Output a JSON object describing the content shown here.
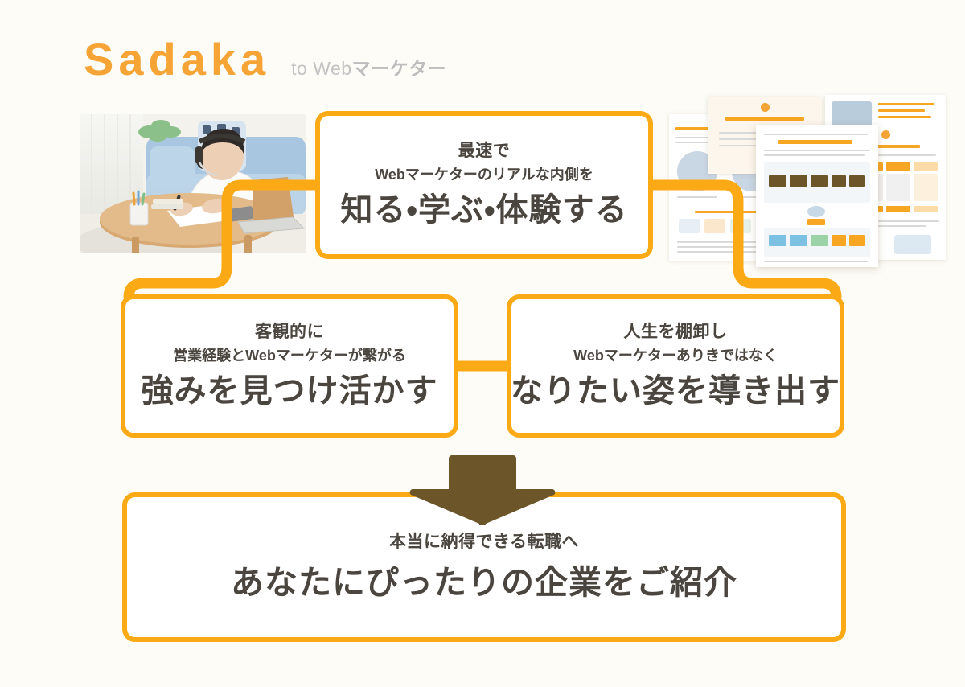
{
  "header": {
    "logo_main": "Sadaka",
    "logo_sub_light": "to Web",
    "logo_sub_strong": "マーケター"
  },
  "colors": {
    "background": "#fdfcf7",
    "accent_orange": "#fbaa16",
    "logo_orange": "#f5a435",
    "arrow_brown": "#6b5529",
    "text_dark": "#4a453f",
    "subtitle_gray": "#c3c3c3",
    "box_fill": "#ffffff"
  },
  "media": {
    "photo_alt": "ヘッドホンをつけてノートに書き込みながら自宅のリビングで学習する人",
    "documents_alt": "Webマーケター向け資料・スライドのサムネイル4枚"
  },
  "boxes": {
    "top": {
      "line_1": "最速で",
      "line_2": "Webマーケターのリアルな内側を",
      "line_3": "知る・学ぶ・体験する"
    },
    "left": {
      "line_1": "客観的に",
      "line_2": "営業経験とWebマーケターが繋がる",
      "line_3": "強みを見つけ活かす"
    },
    "right": {
      "line_1": "人生を棚卸し",
      "line_2": "Webマーケターありきではなく",
      "line_3": "なりたい姿を導き出す"
    },
    "bottom": {
      "line_1": "本当に納得できる転職へ",
      "line_3": "あなたにぴったりの企業をご紹介"
    }
  },
  "icons": {
    "down_arrow": "down-arrow-icon"
  }
}
